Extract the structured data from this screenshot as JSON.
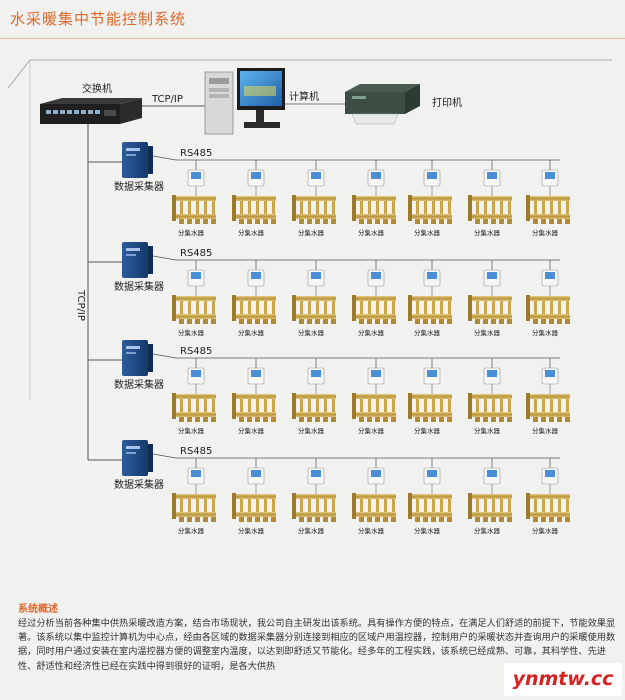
{
  "title": "水采暖集中节能控制系统",
  "diagram": {
    "switch_label": "交换机",
    "tcpip_top_label": "TCP/IP",
    "tcpip_vertical_label": "TCP/IP",
    "computer_label": "计算机",
    "printer_label": "打印机",
    "rows": [
      {
        "collector_label": "数据采集器",
        "bus_label": "RS485",
        "manifold_label": "分集水器",
        "unit_count": 7
      },
      {
        "collector_label": "数据采集器",
        "bus_label": "RS485",
        "manifold_label": "分集水器",
        "unit_count": 7
      },
      {
        "collector_label": "数据采集器",
        "bus_label": "RS485",
        "manifold_label": "分集水器",
        "unit_count": 7
      },
      {
        "collector_label": "数据采集器",
        "bus_label": "RS485",
        "manifold_label": "分集水器",
        "unit_count": 7
      }
    ]
  },
  "overview": {
    "heading": "系统概述",
    "text": "经过分析当前各种集中供热采暖改造方案，结合市场现状，我公司自主研发出该系统。具有操作方便的特点，在满足人们舒适的前提下，节能效果显著。该系统以集中监控计算机为中心点，经由各区域的数据采集器分别连接到相应的区域户用温控器，控制用户的采暖状态并查询用户的采暖使用数据，同时用户通过安装在室内温控器方便的调整室内温度，以达到即舒适又节能化。经多年的工程实践，该系统已经成熟、可靠，其科学性、先进性、舒适性和经济性已经在实践中得到很好的证明，是各大供热"
  },
  "watermark": "ynmtw.cc",
  "colors": {
    "accent": "#e0672a",
    "line": "#555555",
    "screen": "#2f7fc6",
    "brass": "#c8a44a",
    "device_blue": "#2c5aa0"
  }
}
